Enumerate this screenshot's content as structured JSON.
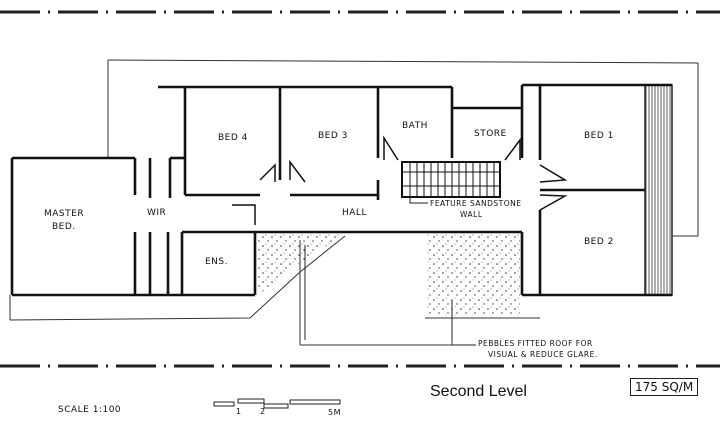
{
  "plan": {
    "title": "Second Level",
    "area": "175 SQ/M",
    "scale": "SCALE 1:100",
    "scale_bar_ticks": [
      "1",
      "2",
      "5M"
    ],
    "rooms": {
      "bed4": "BED 4",
      "bed3": "BED 3",
      "bath": "BATH",
      "store": "STORE",
      "bed1": "BED 1",
      "bed2": "BED 2",
      "master_bed_line1": "MASTER",
      "master_bed_line2": "BED.",
      "wir": "WIR",
      "ens": "ENS.",
      "hall": "HALL"
    },
    "notes": {
      "feature_wall_line1": "FEATURE SANDSTONE",
      "feature_wall_line2": "WALL",
      "roof_line1": "PEBBLES FITTED ROOF FOR",
      "roof_line2": "VISUAL & REDUCE GLARE."
    }
  }
}
